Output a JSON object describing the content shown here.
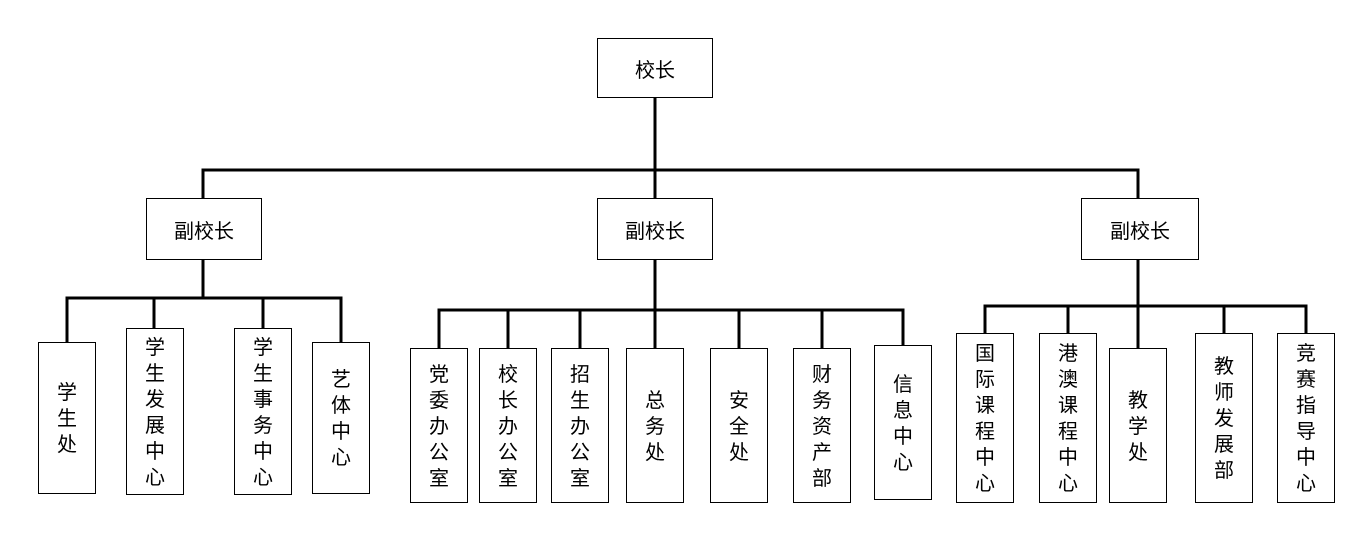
{
  "root": "校长",
  "deputies": [
    "副校长",
    "副校长",
    "副校长"
  ],
  "departments": {
    "left": [
      "学生处",
      "学生发展中心",
      "学生事务中心",
      "艺体中心"
    ],
    "center": [
      "党委办公室",
      "校长办公室",
      "招生办公室",
      "总务处",
      "安全处",
      "财务资产部",
      "信息中心"
    ],
    "right": [
      "国际课程中心",
      "港澳课程中心",
      "教学处",
      "教师发展部",
      "竞赛指导中心"
    ]
  }
}
